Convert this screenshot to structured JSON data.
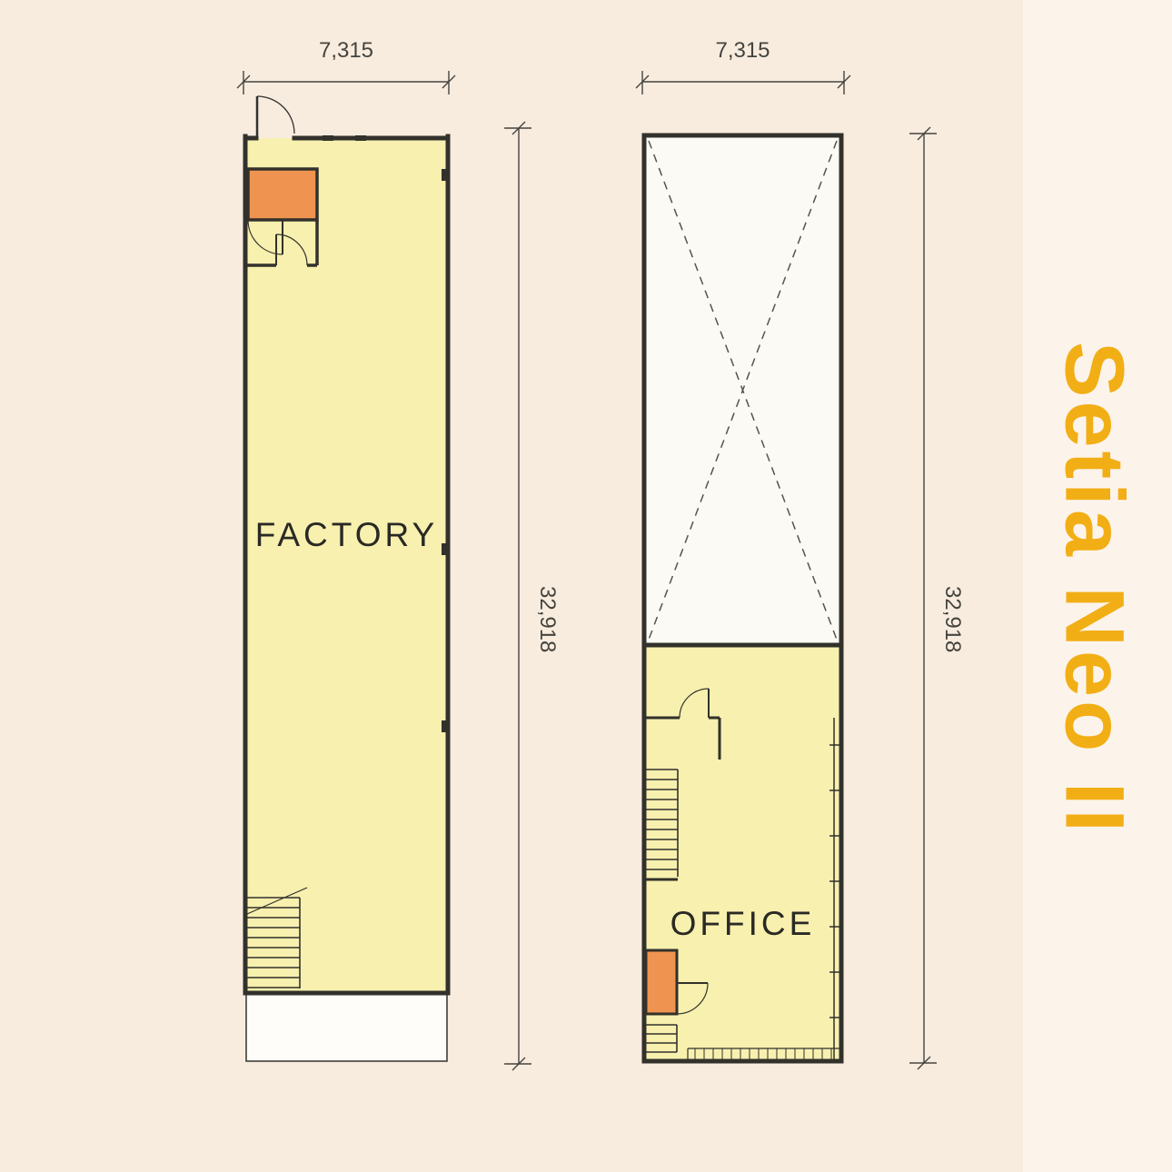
{
  "brand": {
    "label": "Setia Neo II"
  },
  "factory": {
    "label": "FACTORY",
    "width_dim": "7,315",
    "height_dim": "32,918"
  },
  "office": {
    "label": "OFFICE",
    "width_dim": "7,315",
    "height_dim": "32,918"
  },
  "colors": {
    "background": "#F8ECDF",
    "side_band": "#FCF4EA",
    "floor_fill": "#F7F0AF",
    "void_fill": "#FCFAF4",
    "toilet_fill": "#EE9450",
    "wall": "#32312B",
    "brand_gold": "#F2AE15"
  }
}
